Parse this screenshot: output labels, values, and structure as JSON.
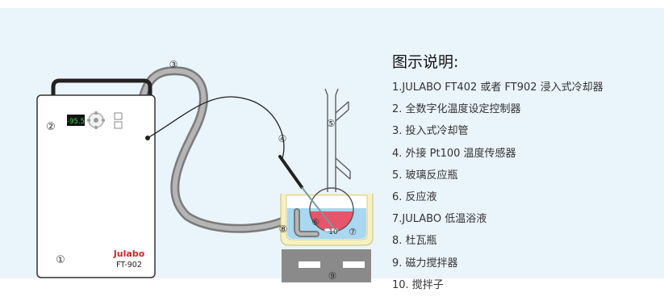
{
  "legend": {
    "title": "图示说明:",
    "items": [
      "1.JULABO FT402 或者 FT902 浸入式冷却器",
      "2. 全数字化温度设定控制器",
      "3. 投入式冷却管",
      "4. 外接 Pt100 温度传感器",
      "5. 玻璃反应瓶",
      "6. 反应液",
      "7.JULABO 低温浴液",
      "8. 杜瓦瓶",
      "9. 磁力搅拌器",
      "10. 搅拌子"
    ]
  },
  "device": {
    "brand": "Julabo",
    "model": "FT-902",
    "display_reading": "-95.5"
  },
  "callouts": {
    "c1": "①",
    "c2": "②",
    "c3": "③",
    "c4": "④",
    "c5": "⑤",
    "c6": "⑥",
    "c7": "⑦",
    "c8": "⑧",
    "c9": "⑨",
    "c10": "10"
  },
  "colors": {
    "panel_background": "#eaf4fb",
    "hose": "#9a9a9a",
    "brand_red": "#d8232a",
    "display_green": "#39d353",
    "reaction_liquid": "#e5566b",
    "bath_liquid": "#a9d8f0",
    "dewar": "#f6f1bf",
    "stirrer": "#8a8a8a"
  }
}
